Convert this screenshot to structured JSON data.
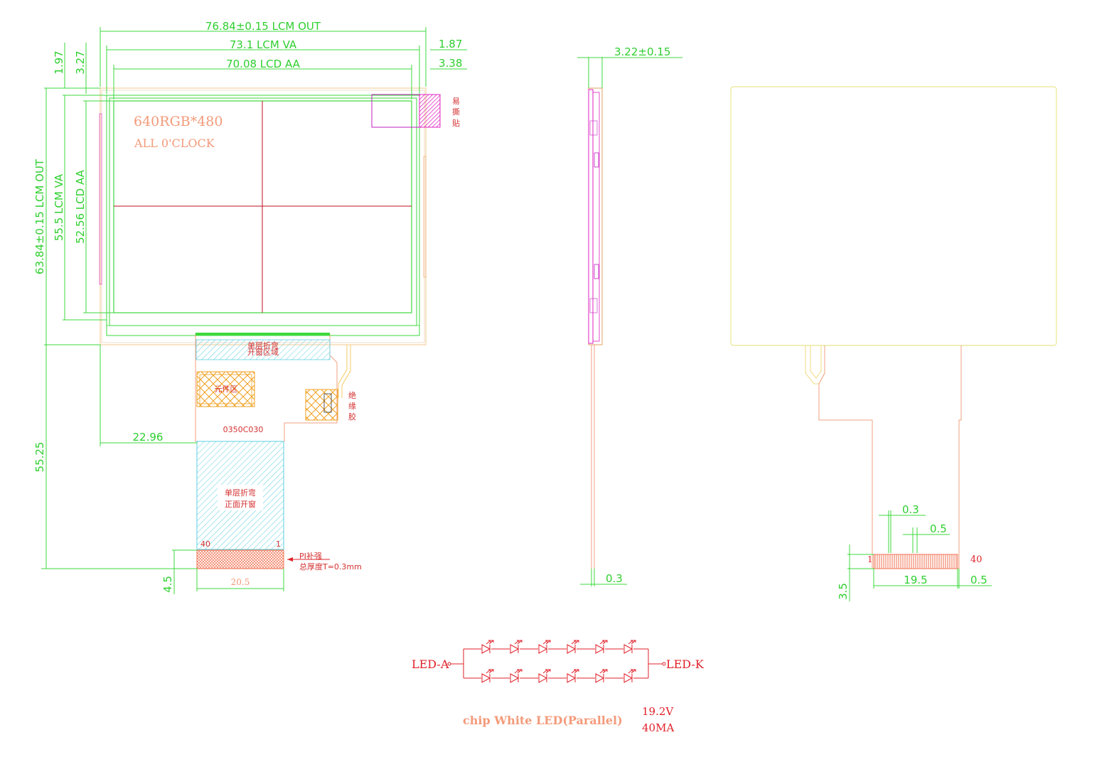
{
  "front_view": {
    "dims": {
      "lcm_out_w": "76.84±0.15  LCM  OUT",
      "lcm_va_w": "73.1  LCM  VA",
      "lcd_aa_w": "70.08  LCD  AA",
      "right_1": "1.87",
      "right_2": "3.38",
      "top_1": "1.97",
      "top_2": "3.27",
      "lcm_out_h": "63.84±0.15  LCM  OUT",
      "lcm_va_h": "55.5  LCM  VA",
      "lcd_aa_h": "52.56  LCD  AA",
      "fpc_offset": "22.96",
      "fpc_length": "55.25",
      "tail_h": "4.5",
      "tail_w": "20.5"
    },
    "resolution": "640RGB*480",
    "viewing": "ALL  0'CLOCK",
    "tab_label_1": "易",
    "tab_label_2": "撕",
    "tab_label_3": "贴",
    "bend_small_1": "单层折弯",
    "bend_small_2": "开窗区域",
    "component_zone": "元件区",
    "insulation_1": "绝",
    "insulation_2": "缘",
    "insulation_3": "胶",
    "fpc_code": "0350C030",
    "bend_1": "单层折弯",
    "bend_2": "正面开窗",
    "pin_40": "40",
    "pin_1": "1",
    "pi_1": "PI补强",
    "pi_2": "总厚度T=0.3mm"
  },
  "side_view": {
    "thickness": "3.22±0.15",
    "fpc_thickness": "0.3"
  },
  "back_view": {
    "pitch": "0.3",
    "pin_width": "0.5",
    "pin_1": "1",
    "pin_40": "40",
    "contact_w": "19.5",
    "edge": "0.5",
    "contact_h": "3.5"
  },
  "backlight": {
    "led_a": "LED-A",
    "led_k": "LED-K",
    "description": "chip  White  LED(Parallel)",
    "voltage": "19.2V",
    "current": "40MA"
  }
}
